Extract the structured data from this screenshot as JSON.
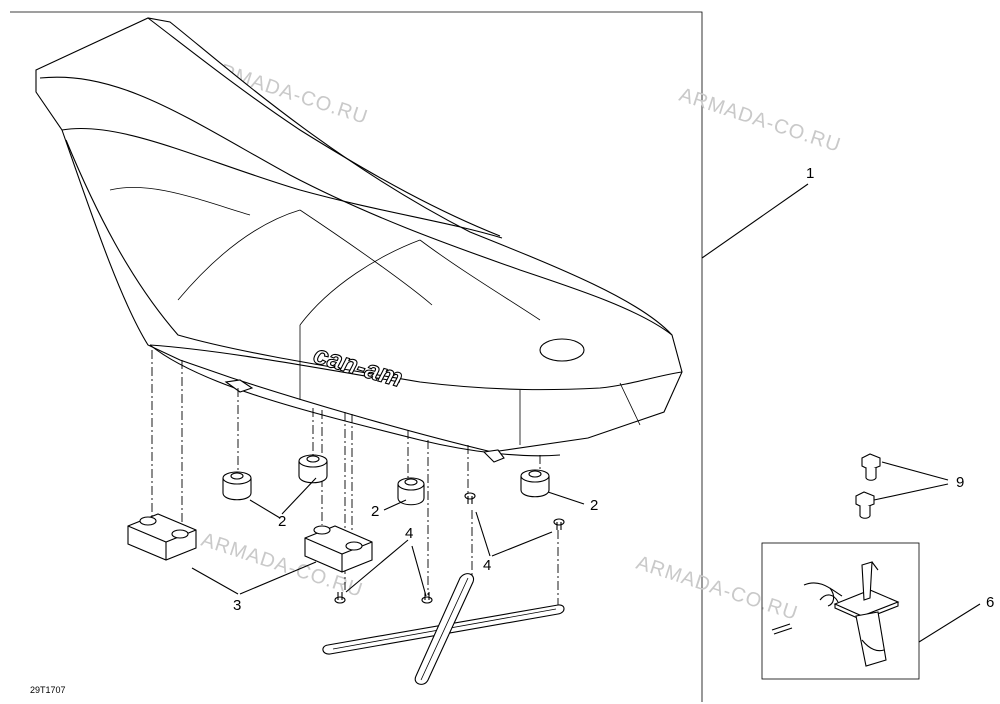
{
  "watermark": "ARMADA-CO.RU",
  "drawing_code": "29T1707",
  "brand_text": "can-am",
  "callouts": {
    "seat": "1",
    "bumper_a": "2",
    "bumper_b": "2",
    "bumper_c": "2",
    "rear_bumper": "3",
    "screw_group_a": "4",
    "screw_group_b": "4",
    "latch_assembly": "6",
    "bolt": "9"
  }
}
